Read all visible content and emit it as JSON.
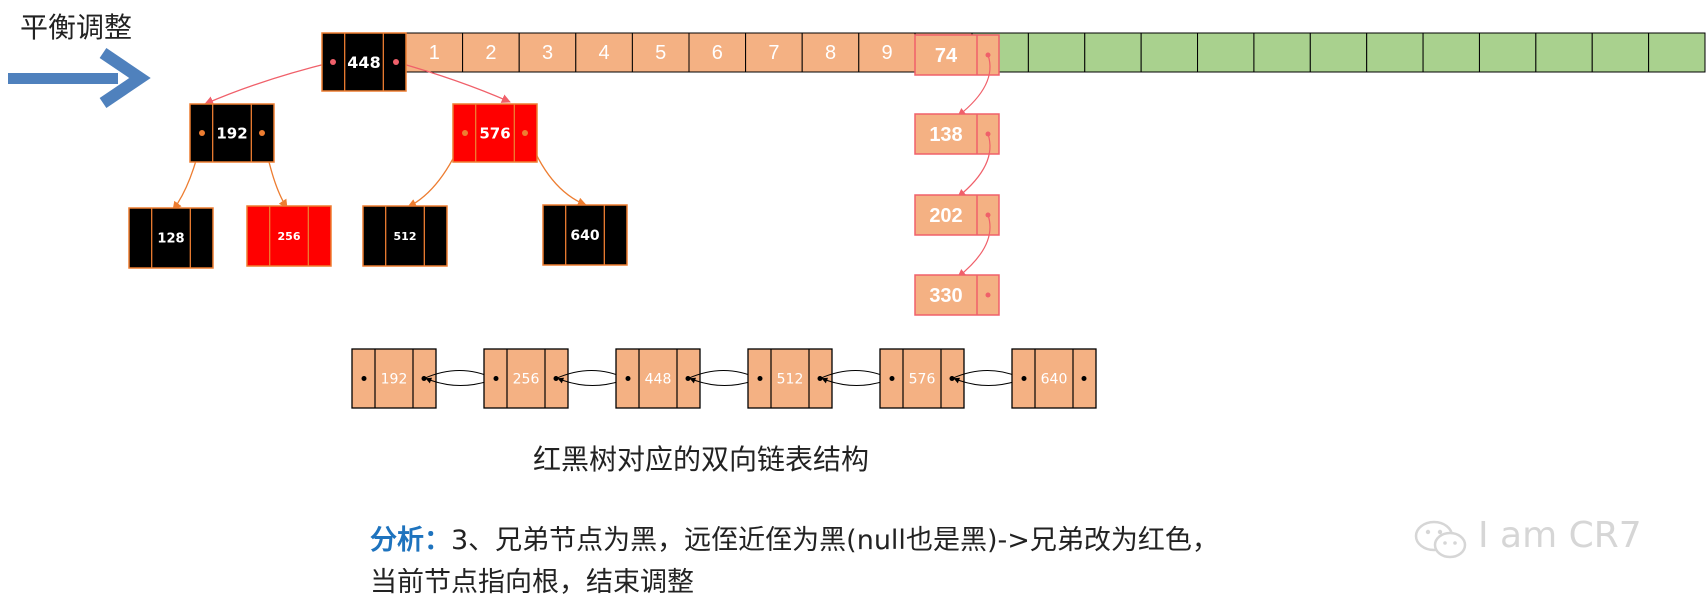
{
  "title": "平衡调整",
  "caption": "红黑树对应的双向链表结构",
  "analysis": {
    "label": "分析：",
    "line1": "3、兄弟节点为黑，远侄近侄为黑(null也是黑)->兄弟改为红色，",
    "line2": "当前节点指向根，结束调整"
  },
  "watermark": "I am CR7",
  "colors": {
    "black_node": "#000000",
    "red_node": "#ff0000",
    "orange_cell": "#f4b183",
    "green_cell": "#a9d18e",
    "node_border": "#ed7d31",
    "link_red": "#f0606a",
    "link_orange": "#ed7d31",
    "arrow_blue": "#4f81bd"
  },
  "array": {
    "numbered": [
      "1",
      "2",
      "3",
      "4",
      "5",
      "6",
      "7",
      "8",
      "9"
    ],
    "green_count": 13
  },
  "bucket_chain": [
    "74",
    "138",
    "202",
    "330"
  ],
  "tree": {
    "root": {
      "key": "448",
      "color": "black"
    },
    "level1": [
      {
        "key": "192",
        "color": "black"
      },
      {
        "key": "576",
        "color": "red"
      }
    ],
    "level2": [
      {
        "key": "128",
        "color": "black"
      },
      {
        "key": "256",
        "color": "red"
      },
      {
        "key": "512",
        "color": "black"
      },
      {
        "key": "640",
        "color": "black"
      }
    ]
  },
  "linked_list": [
    "192",
    "256",
    "448",
    "512",
    "576",
    "640"
  ]
}
